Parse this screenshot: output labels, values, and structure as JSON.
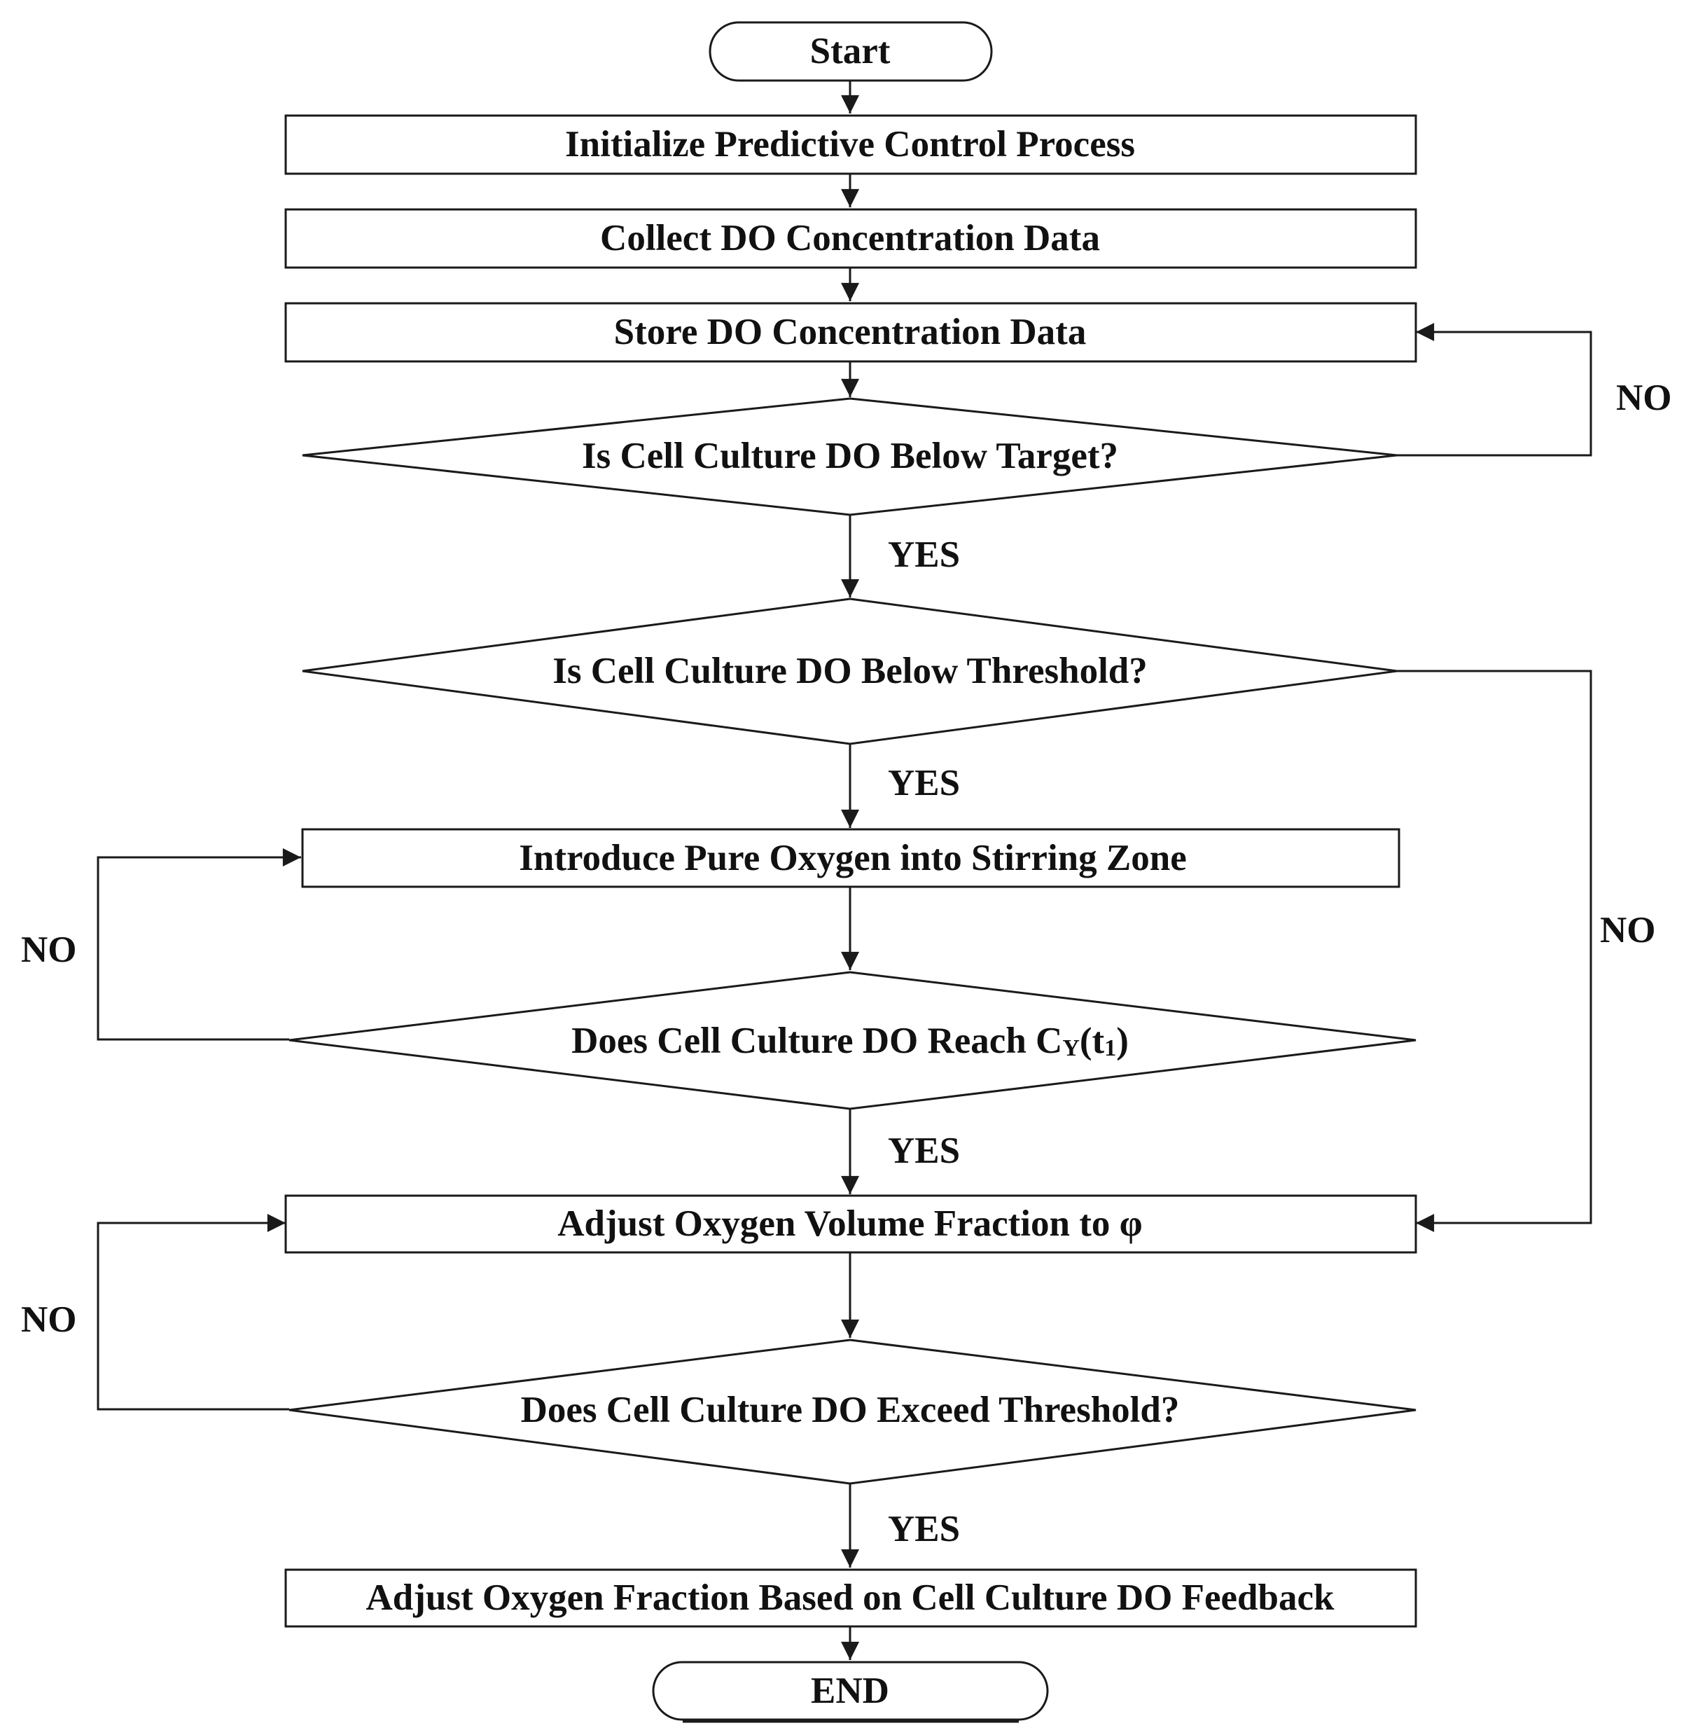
{
  "nodes": {
    "start": "Start",
    "init": "Initialize Predictive Control Process",
    "collect": "Collect DO Concentration Data",
    "store": "Store DO Concentration Data",
    "d_target": "Is Cell Culture DO Below Target?",
    "d_threshold": "Is Cell Culture DO Below Threshold?",
    "introduce": "Introduce Pure Oxygen into Stirring Zone",
    "d_reach": {
      "prefix": "Does Cell Culture DO Reach C",
      "sub_y": "Y",
      "middle": "(t",
      "sub_1": "1",
      "suffix": ")"
    },
    "adjust_phi": "Adjust Oxygen Volume Fraction to φ",
    "d_exceed": "Does Cell Culture DO Exceed Threshold?",
    "adjust_feedback": "Adjust Oxygen Fraction Based on Cell Culture DO Feedback",
    "end": "END"
  },
  "branches": {
    "yes": "YES",
    "no": "NO"
  }
}
